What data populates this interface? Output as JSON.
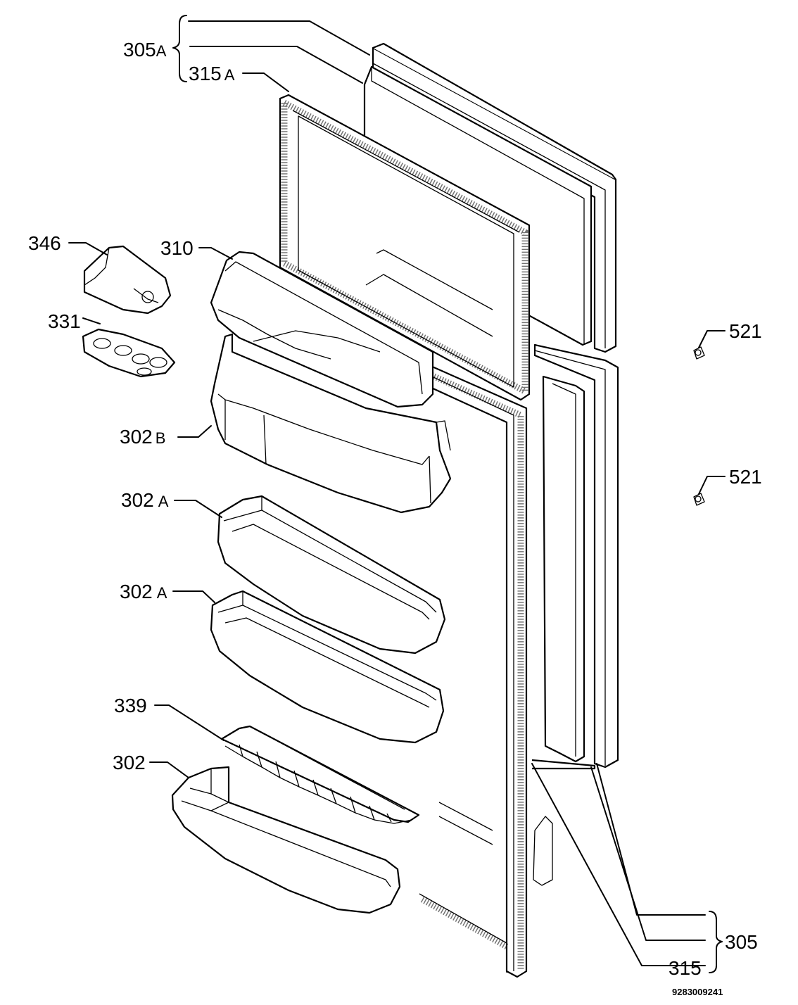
{
  "labels": {
    "l305A": "305",
    "l305A_suffix": "A",
    "l315A": "315",
    "l315A_suffix": "A",
    "l346": "346",
    "l310": "310",
    "l331": "331",
    "l302B": "302",
    "l302B_suffix": "B",
    "l302A_1": "302",
    "l302A_1_suffix": "A",
    "l302A_2": "302",
    "l302A_2_suffix": "A",
    "l339": "339",
    "l302": "302",
    "l521_1": "521",
    "l521_2": "521",
    "l305": "305",
    "l315": "315"
  },
  "reference_number": "9283009241"
}
